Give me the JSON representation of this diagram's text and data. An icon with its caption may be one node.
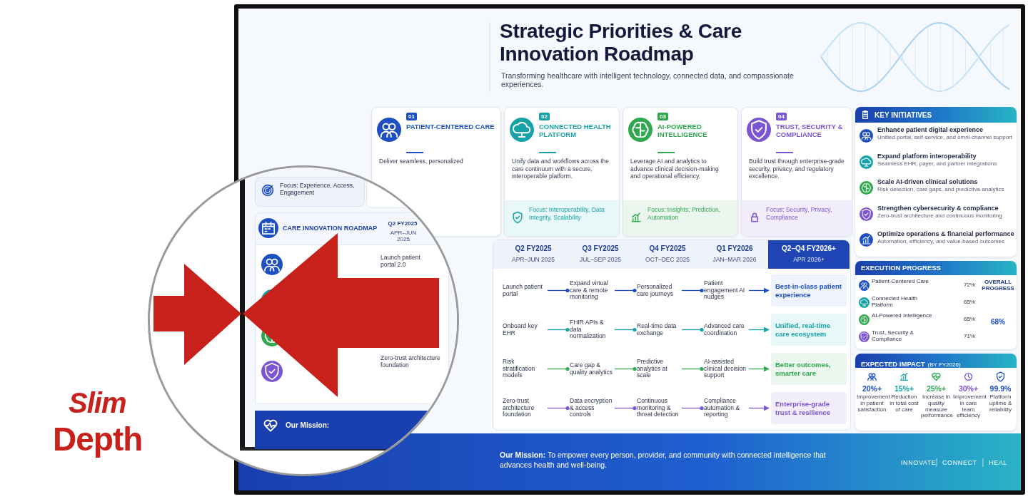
{
  "diagram": {
    "title": "Strategic Priorities & Care Innovation Roadmap",
    "nodes": [
      {
        "text": [
          "01",
          "PATIENT-CENTERED CARE",
          "Deliver seamless, personalized"
        ]
      },
      {
        "text": [
          "02",
          "CONNECTED HEALTH PLATFORM",
          "Unify data and workflows across the care continuum with a secure, interoperable platform.",
          "Focus: Interoperability, Data Integrity, Scalability"
        ]
      },
      {
        "text": [
          "03",
          "AI-POWERED INTELLIGENCE",
          "Leverage AI and analytics to advance clinical decision-making and operational efficiency.",
          "Focus: Insights, Prediction, Automation"
        ]
      },
      {
        "text": [
          "04",
          "TRUST, SECURITY & COMPLIANCE",
          "Build trust through enterprise-grade security, privacy, and regulatory excellence.",
          "Focus: Security, Privacy, Compliance"
        ]
      },
      {
        "text": [
          "Launch patient portal"
        ]
      },
      {
        "text": [
          "Expand virtual care & remote monitoring"
        ]
      },
      {
        "text": [
          "Personalized care journeys"
        ]
      },
      {
        "text": [
          "Patient engagement AI nudges"
        ]
      },
      {
        "text": [
          "Best-in-class patient experience"
        ]
      },
      {
        "text": [
          "Onboard key EHR"
        ]
      },
      {
        "text": [
          "FHIR APIs & data normalization"
        ]
      },
      {
        "text": [
          "Real-time data exchange"
        ]
      },
      {
        "text": [
          "Advanced care coordination"
        ]
      },
      {
        "text": [
          "Unified, real-time care ecosystem"
        ]
      },
      {
        "text": [
          "Risk stratification models"
        ]
      },
      {
        "text": [
          "Care gap & quality analytics"
        ]
      },
      {
        "text": [
          "Predictive analytics at scale"
        ]
      },
      {
        "text": [
          "AI-assisted clinical decision support"
        ]
      },
      {
        "text": [
          "Better outcomes, smarter care"
        ]
      },
      {
        "text": [
          "Zero-trust architecture foundation"
        ]
      },
      {
        "text": [
          "Data encryption & access controls"
        ]
      },
      {
        "text": [
          "Continuous monitoring & threat detection"
        ]
      },
      {
        "text": [
          "Compliance automation & reporting"
        ]
      },
      {
        "text": [
          "Enterprise-grade trust & resilience"
        ]
      }
    ],
    "edges": [
      {
        "from": 4,
        "to": 5,
        "arrow": "other",
        "color": "#1d4fc2"
      },
      {
        "from": 5,
        "to": 6,
        "arrow": "other",
        "color": "#1d4fc2"
      },
      {
        "from": 6,
        "to": 7,
        "arrow": "other",
        "color": "#1d4fc2"
      },
      {
        "from": 7,
        "to": 8,
        "arrow": "to",
        "color": "#1d4fc2"
      },
      {
        "from": 9,
        "to": 10,
        "arrow": "other",
        "color": "#17a2a8"
      },
      {
        "from": 10,
        "to": 11,
        "arrow": "other",
        "color": "#17a2a8"
      },
      {
        "from": 11,
        "to": 12,
        "arrow": "other",
        "color": "#17a2a8"
      },
      {
        "from": 12,
        "to": 13,
        "arrow": "to",
        "color": "#17a2a8"
      },
      {
        "from": 14,
        "to": 15,
        "arrow": "other",
        "color": "#2fa84f"
      },
      {
        "from": 15,
        "to": 16,
        "arrow": "other",
        "color": "#2fa84f"
      },
      {
        "from": 16,
        "to": 17,
        "arrow": "other",
        "color": "#2fa84f"
      },
      {
        "from": 17,
        "to": 18,
        "arrow": "to",
        "color": "#2fa84f"
      },
      {
        "from": 19,
        "to": 20,
        "arrow": "other",
        "color": "#7b55d3"
      },
      {
        "from": 20,
        "to": 21,
        "arrow": "other",
        "color": "#7b55d3"
      },
      {
        "from": 21,
        "to": 22,
        "arrow": "other",
        "color": "#7b55d3"
      },
      {
        "from": 22,
        "to": 23,
        "arrow": "to",
        "color": "#7b55d3"
      }
    ],
    "labels": [
      "Transforming healthcare with intelligent technology, connected data, and compassionate experiences.",
      "Q2 FY2025",
      "APR–JUN 2025",
      "Q3 FY2025",
      "JUL–SEP 2025",
      "Q4 FY2025",
      "OCT–DEC 2025",
      "Q1 FY2026",
      "JAN–MAR 2026",
      "Q2–Q4 FY2026+",
      "APR 2026+",
      "KEY INITIATIVES",
      "Enhance patient digital experience",
      "Unified portal, self-service, and omni-channel support",
      "Expand platform interoperability",
      "Seamless EHR, payer, and partner integrations",
      "Scale AI-driven clinical solutions",
      "Risk detection, care gaps, and predictive analytics",
      "Strengthen cybersecurity & compliance",
      "Zero-trust architecture and continuous monitoring",
      "Optimize operations & financial performance",
      "Automation, efficiency, and value-based outcomes",
      "EXECUTION PROGRESS",
      "Patient-Centered Care",
      "72%",
      "Connected Health Platform",
      "65%",
      "AI-Powered Intelligence",
      "65%",
      "Trust, Security & Compliance",
      "71%",
      "OVERALL PROGRESS",
      "68%",
      "EXPECTED IMPACT",
      "(BY FY2026)",
      "20%+",
      "Improvement in patient satisfaction",
      "15%+",
      "Reduction in total cost of care",
      "25%+",
      "Increase in quality measure performance",
      "30%+",
      "Improvement in care team efficiency",
      "99.9%",
      "Platform uptime & reliability",
      "**Our Mission:** To empower every person, provider, and community with connected intelligence that advances health and well-being.",
      "INNOVATE",
      "CONNECT",
      "HEAL",
      "Focus: Experience, Access, Engagement",
      "CARE INNOVATION ROADMAP",
      "Q2 FY2025",
      "APR–JUN 2025",
      "Launch patient portal 2.0",
      "Zero-trust architecture foundation",
      "Our Mission:",
      "Slim",
      "Depth"
    ]
  }
}
